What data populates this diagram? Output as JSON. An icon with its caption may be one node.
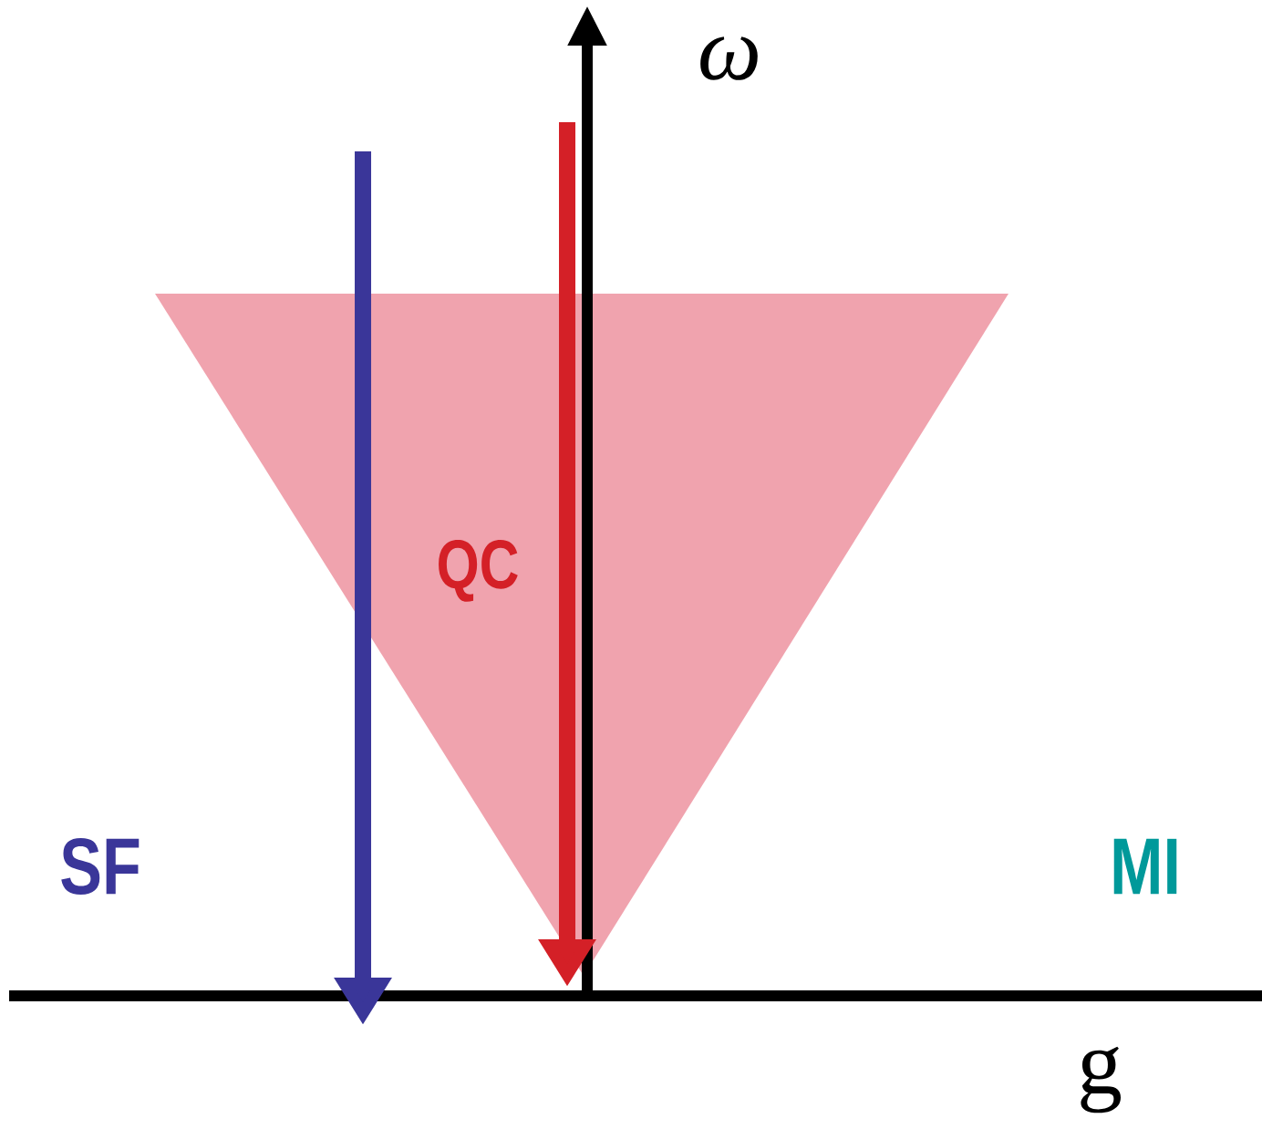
{
  "diagram": {
    "nodes": [
      {
        "text": [
          "QC"
        ]
      }
    ],
    "labels": [
      "ω",
      "SF",
      "MI",
      "g"
    ]
  }
}
